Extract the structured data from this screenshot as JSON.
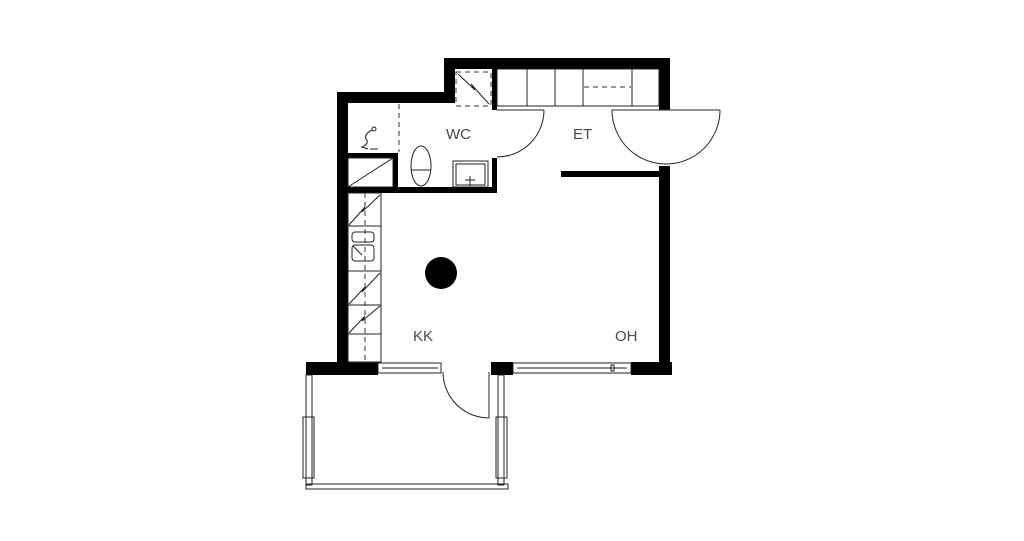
{
  "floor_plan": {
    "rooms": {
      "wc": "WC",
      "et": "ET",
      "kk": "KK",
      "oh": "OH"
    },
    "colors": {
      "wall": "#000000",
      "line": "#222222",
      "label": "#4a4a4a"
    }
  }
}
